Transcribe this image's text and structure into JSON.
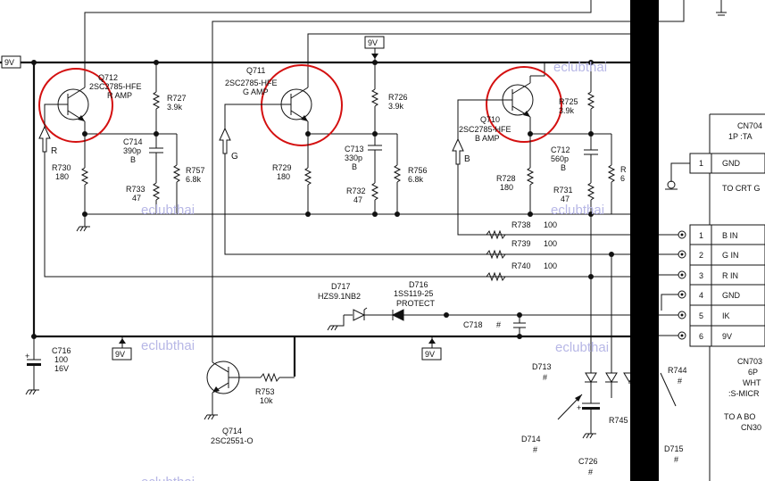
{
  "voltage_tags": {
    "left_top": "9V",
    "center_top": "9V",
    "bottom_left": "9V",
    "bottom_right": "9V"
  },
  "watermarks": [
    "eclubthai",
    "eclubthai",
    "eclubthai",
    "eclubthai",
    "eclubthai",
    "eclubthai"
  ],
  "amps": [
    {
      "ref": "Q712",
      "part": "2SC2785-HFE",
      "func": "R AMP",
      "arrow": "R",
      "r_collector": {
        "ref": "R727",
        "val": "3.9k"
      },
      "cap": {
        "ref": "C714",
        "val": "390p",
        "type": "B"
      },
      "r_emitter": {
        "ref": "R730",
        "val": "180"
      },
      "r_shunt": {
        "ref": "R733",
        "val": "47"
      },
      "r_side": {
        "ref": "R757",
        "val": "6.8k"
      }
    },
    {
      "ref": "Q711",
      "part": "2SC2785-HFE",
      "func": "G AMP",
      "arrow": "G",
      "r_collector": {
        "ref": "R726",
        "val": "3.9k"
      },
      "cap": {
        "ref": "C713",
        "val": "330p",
        "type": "B"
      },
      "r_emitter": {
        "ref": "R729",
        "val": "180"
      },
      "r_shunt": {
        "ref": "R732",
        "val": "47"
      },
      "r_side": {
        "ref": "R756",
        "val": "6.8k"
      }
    },
    {
      "ref": "Q710",
      "part": "2SC2785-HFE",
      "func": "B AMP",
      "arrow": "B",
      "r_collector": {
        "ref": "R725",
        "val": "3.9k"
      },
      "cap": {
        "ref": "C712",
        "val": "560p",
        "type": "B"
      },
      "r_emitter": {
        "ref": "R728",
        "val": "180"
      },
      "r_shunt": {
        "ref": "R731",
        "val": "47"
      },
      "r_side_partial": "R",
      "r_side_val_partial": "6"
    }
  ],
  "series_resistors": [
    {
      "ref": "R738",
      "val": "100"
    },
    {
      "ref": "R739",
      "val": "100"
    },
    {
      "ref": "R740",
      "val": "100"
    }
  ],
  "connector_top": {
    "title": "CN704",
    "sub": "1P   :TA",
    "pin": "1",
    "name": "GND",
    "dest": "TO CRT G"
  },
  "connector_main": {
    "pins": [
      {
        "num": "1",
        "name": "B IN"
      },
      {
        "num": "2",
        "name": "G IN"
      },
      {
        "num": "3",
        "name": "R IN"
      },
      {
        "num": "4",
        "name": "GND"
      },
      {
        "num": "5",
        "name": "IK"
      },
      {
        "num": "6",
        "name": "9V"
      }
    ]
  },
  "connector_bottom": {
    "title": "CN703",
    "lines": [
      "6P",
      "WHT",
      ":S-MICR"
    ],
    "dest": [
      "TO A BO",
      "CN30"
    ]
  },
  "diodes": [
    {
      "ref": "D717",
      "part": "HZS9.1NB2"
    },
    {
      "ref": "D716",
      "part": "1SS119-25",
      "func": "PROTECT"
    }
  ],
  "cap_c718": {
    "ref": "C718",
    "val": "#"
  },
  "cap_c716": {
    "ref": "C716",
    "val": "100",
    "volt": "16V"
  },
  "q714": {
    "ref": "Q714",
    "part": "2SC2551-O"
  },
  "r753": {
    "ref": "R753",
    "val": "10k"
  },
  "lower_parts": {
    "d713": {
      "ref": "D713",
      "val": "#"
    },
    "d714": {
      "ref": "D714",
      "val": "#"
    },
    "d715": {
      "ref": "D715",
      "val": "#"
    },
    "r744": {
      "ref": "R744",
      "val": "#"
    },
    "r745": {
      "ref": "R745"
    },
    "c726": {
      "ref": "C726",
      "val": "#"
    }
  }
}
